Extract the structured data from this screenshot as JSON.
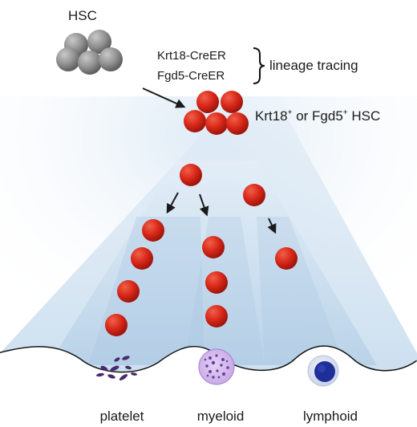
{
  "labels": {
    "hsc": "HSC",
    "cre_line_1": "Krt18-CreER",
    "cre_line_2": "Fgd5-CreER",
    "lineage_tracing": "lineage tracing",
    "marked_hsc_prefix": "Krt18",
    "marked_hsc_sup1": "+",
    "marked_hsc_mid": " or Fgd5",
    "marked_hsc_sup2": "+",
    "marked_hsc_suffix": " HSC",
    "platelet": "platelet",
    "myeloid": "myeloid",
    "lymphoid": "lymphoid"
  },
  "colors": {
    "hsc_gray": "#8f8f8f",
    "progenitor_red": "#d9281a",
    "landscape_blue": "#b9d4ea",
    "platelet_purple": "#4a2a6e",
    "myeloid_purple": "#b28ad8",
    "lymphoid_blue": "#1f2f9a"
  },
  "icons": [
    "gray-hsc-cluster",
    "red-hsc-cluster",
    "red-progenitor-cell",
    "platelet-icon",
    "myeloid-cell-icon",
    "lymphoid-cell-icon",
    "curly-brace"
  ]
}
